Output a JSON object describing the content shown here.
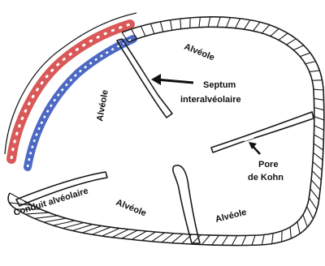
{
  "diagram": {
    "labels": {
      "alveole_top": "Alvéole",
      "alveole_left": "Alvéole",
      "alveole_bottom_left": "Alvéole",
      "alveole_bottom_right": "Alvéole",
      "septum_line1": "Septum",
      "septum_line2": "interalvéolaire",
      "pore_line1": "Pore",
      "pore_line2": "de Kohn",
      "conduit": "Conduit alvéolaire"
    },
    "colors": {
      "ink": "#1a1a1a",
      "vessel_red": "#d23b3b",
      "vessel_blue": "#2f4fb8",
      "background": "#ffffff"
    }
  }
}
